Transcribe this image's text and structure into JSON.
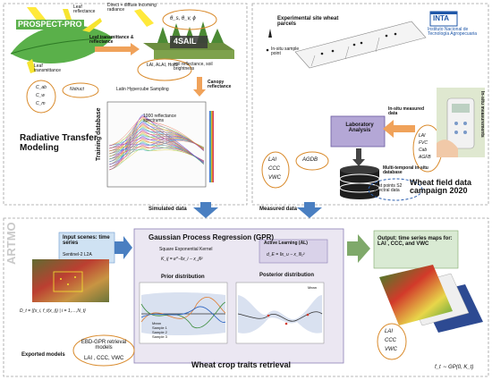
{
  "rtm": {
    "prospect_label": "PROSPECT-PRO",
    "leaf_reflectance": "Leaf reflectance",
    "leaf_transmittance": "Leaf transmittance",
    "direct_diffuse": "Direct + diffuse incoming radiance",
    "geometry_symbols": "θ_s, θ_v, ϕ",
    "sail_label": "4SAIL",
    "leaf_rt": "Leaf transmittance & reflectance",
    "canopy_params": "LAI, ALAI, HotS",
    "soil_params": "soil reflectance, soil brightness",
    "canopy_reflectance": "Canopy reflectance",
    "leaf_params_1": "C_ab",
    "leaf_params_2": "C_w",
    "leaf_params_3": "C_m",
    "nstruct": "Nstruct",
    "lhs": "Latin Hypercube Sampling",
    "spectra_count": "1000 reflectance spectrums",
    "training_db": "Training database",
    "title": "Radiative Transfer Modeling"
  },
  "field": {
    "site_title": "Experimental site wheat parcels",
    "sample_point": "In-situ sample point",
    "inta_logo": "INTA",
    "inta_name": "Instituto Nacional de Tecnología Agropecuaria",
    "lab": "Laboratory Analysis",
    "insitu_measured": "In-situ measured data",
    "agdb": "AGDB",
    "meas_list": [
      "LAI",
      "FVC",
      "Cab",
      "AGFB"
    ],
    "insitu_measurements": "In-situ measurements",
    "db_vars": [
      "LAI",
      "CCC",
      "VWC"
    ],
    "multitemporal": "Multi-temporal in-situ database",
    "test_points": "Test points S2 spectral data",
    "title": "Wheat field data campaign 2020"
  },
  "flow": {
    "simulated": "Simulated data",
    "measured": "Measured data",
    "artmo": "ARTMO"
  },
  "gpr": {
    "input_title": "Input scenes: time series",
    "input_sub": "Sentinel-2 L2A",
    "dataset_formula": "D_t = {(x_i, f_t(x_i)) | i = 1,…,N_t}",
    "gpr_title": "Gaussian Process Regression (GPR)",
    "kernel_title": "Square Exponential Kernel",
    "kernel_formula": "K_ij = e^−‖x_i − x_j‖²",
    "al_title": "Active Learning (AL)",
    "al_formula": "d_E = ‖x_u − x_l‖₂²",
    "prior": "Prior distribution",
    "posterior": "Posterior distribution",
    "prior_legend": [
      "Mean",
      "Sample 1",
      "Sample 2",
      "Sample 3"
    ],
    "posterior_legend": [
      "Mean"
    ],
    "exported": "Exported models",
    "ebd_title": "EBD-GPR retrieval models",
    "ebd_vars": "LAI , CCC, VWC",
    "title": "Wheat crop traits retrieval",
    "output_title": "Output: time series maps for: LAI , CCC, and VWC",
    "map_vars": [
      "LAI",
      "CCC",
      "VWC"
    ],
    "gp_formula": "f_t ∼ GP(0, K_t)"
  },
  "colors": {
    "panel_border": "#a0a0a0",
    "arrow_blue": "#4a7fc1",
    "arrow_orange": "#f0a25a",
    "arrow_green": "#7fa96a",
    "gpr_fill": "#ebe7f2",
    "input_fill": "#cfe2f3",
    "output_fill": "#d9ead3"
  }
}
